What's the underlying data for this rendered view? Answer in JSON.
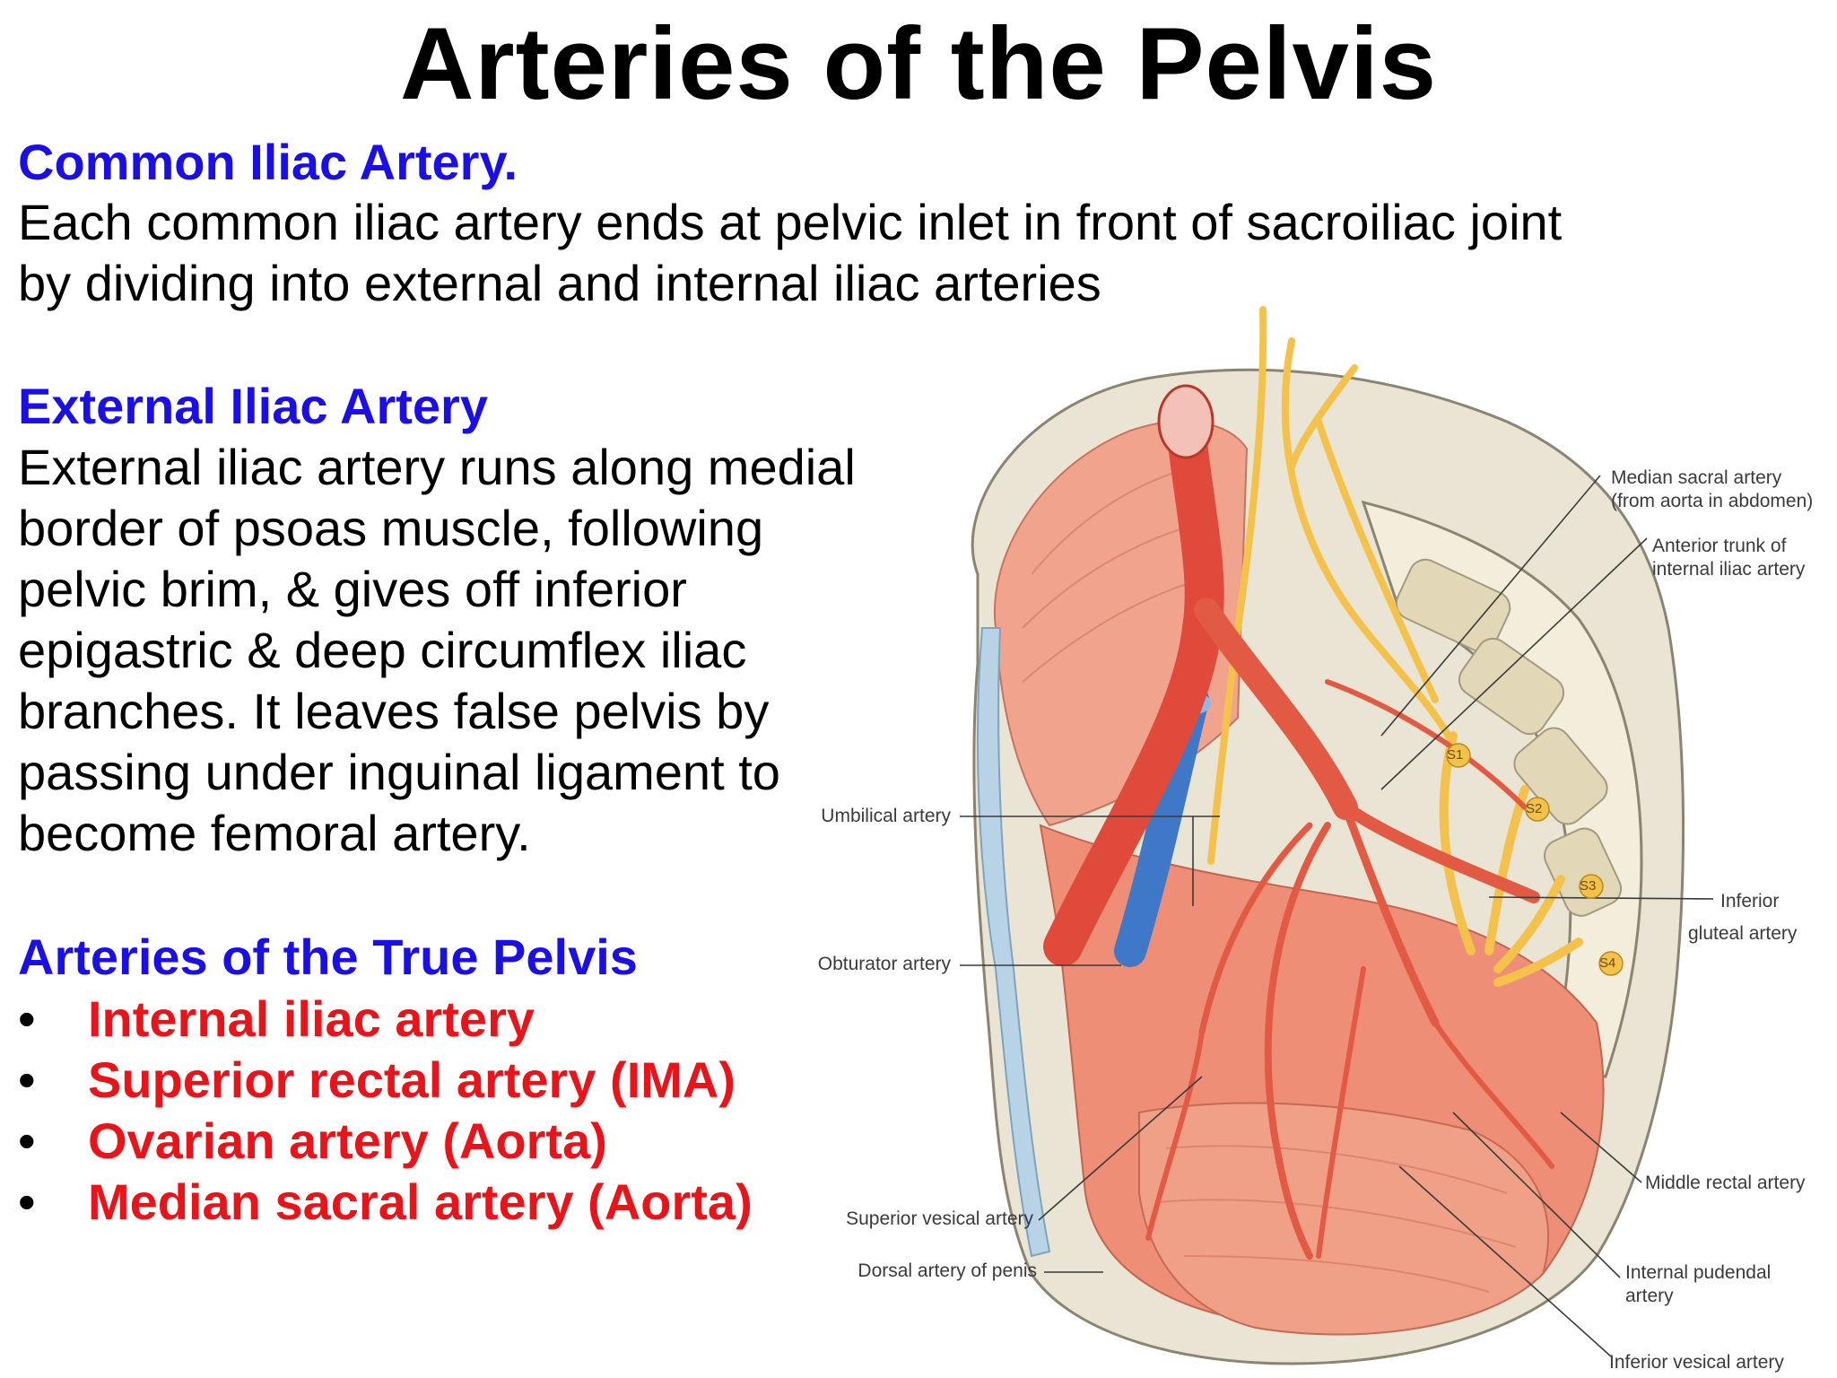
{
  "title": "Arteries of the Pelvis",
  "colors": {
    "heading_blue": "#1a10e6",
    "bullet_red": "#e8141a",
    "body_text": "#000000"
  },
  "sections": {
    "common": {
      "heading": "Common Iliac Artery.",
      "lines": [
        "Each common iliac artery ends at pelvic inlet in front of sacroiliac joint",
        "by dividing into external and internal iliac arteries"
      ]
    },
    "external": {
      "heading": "External Iliac Artery",
      "lines": [
        "External iliac artery runs along medial",
        "border of psoas muscle, following",
        "pelvic brim, & gives off inferior",
        "epigastric & deep circumflex iliac",
        "branches. It leaves false pelvis by",
        "passing under inguinal ligament to",
        "become femoral artery."
      ]
    },
    "true_pelvis": {
      "heading": "Arteries of the True Pelvis",
      "bullet_symbol": "•",
      "items": [
        "Internal iliac artery",
        "Superior rectal artery (IMA)",
        "Ovarian artery (Aorta)",
        "Median sacral artery (Aorta)"
      ]
    }
  },
  "figure": {
    "labels": {
      "median_sacral_1": "Median sacral artery",
      "median_sacral_2": "(from aorta in abdomen)",
      "anterior_trunk_1": "Anterior trunk of",
      "anterior_trunk_2": "internal iliac artery",
      "umbilical": "Umbilical artery",
      "inferior_gluteal_1": "Inferior",
      "inferior_gluteal_2": "gluteal artery",
      "obturator": "Obturator artery",
      "middle_rectal": "Middle rectal artery",
      "superior_vesical": "Superior vesical artery",
      "dorsal_penis": "Dorsal artery of penis",
      "internal_pudendal_1": "Internal pudendal",
      "internal_pudendal_2": "artery",
      "inferior_vesical": "Inferior vesical artery",
      "s1": "S1",
      "s2": "S2",
      "s3": "S3",
      "s4": "S4"
    }
  }
}
